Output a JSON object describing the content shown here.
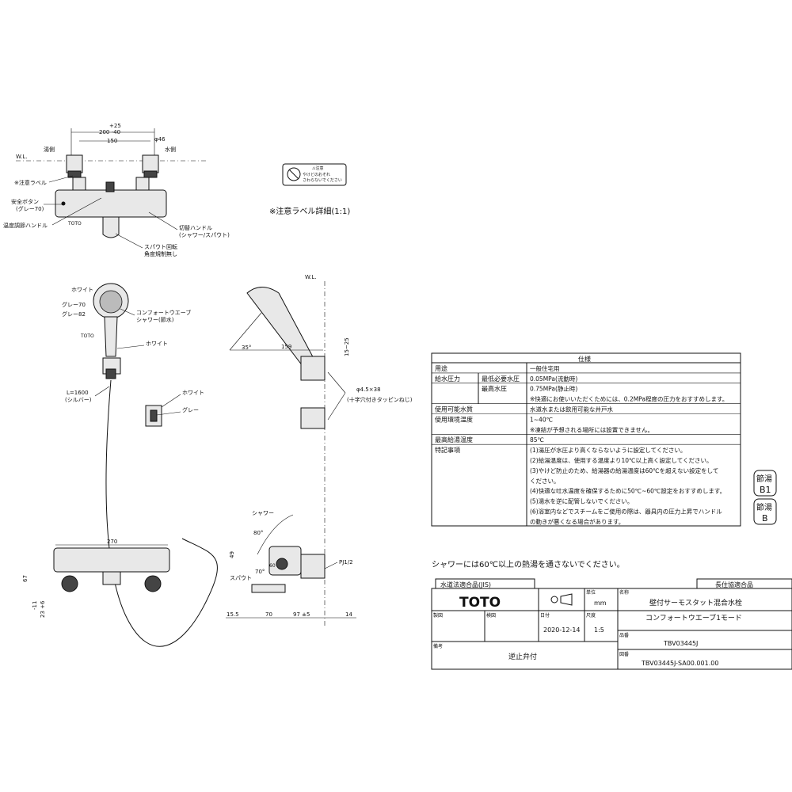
{
  "top": {
    "dims": {
      "d1": "+25",
      "d2": "200 -40",
      "d3": "150",
      "d4": "φ46"
    },
    "wl": "W.L.",
    "labels": {
      "hot": "湯側",
      "cold": "水側",
      "caution_label": "※注意ラベル",
      "safety1": "安全ボタン",
      "safety2": "(グレー70)",
      "toto": "TOTO",
      "temp_handle": "温度調節ハンドル",
      "switch1": "切替ハンドル",
      "switch2": "(シャワー/スパウト)",
      "spout1": "スパウト回転",
      "spout2": "角度規制無し"
    },
    "caution_detail": "※注意ラベル詳細(1:1)",
    "caution_text1": "⚠注意",
    "caution_text2": "やけどのおそれ",
    "caution_text3": "さわらないでください"
  },
  "shower": {
    "white1": "ホワイト",
    "grey70": "グレー70",
    "grey82": "グレー82",
    "head1": "コンフォートウエーブ",
    "head2": "シャワー(節水)",
    "toto": "TOTO",
    "white2": "ホワイト",
    "hose1": "L=1600",
    "hose2": "(シルバー)",
    "white3": "ホワイト",
    "grey": "グレー"
  },
  "side": {
    "wl": "W.L.",
    "angle": "35°",
    "d159": "159",
    "d1525": "15~25",
    "screw1": "φ4.5×38",
    "screw2": "(十字穴付きタッピンねじ)"
  },
  "bottom": {
    "d270": "270",
    "d67": "67",
    "d11": "-11",
    "d23": "23 +6",
    "shower": "シャワー",
    "angle80": "80°",
    "d49": "49",
    "angle70": "70°",
    "d60": "60",
    "spout": "スパウト",
    "pj": "PJ1/2",
    "d155": "15.5",
    "d70": "70",
    "d97": "97 ±5",
    "d14": "14"
  },
  "spec": {
    "title": "仕様",
    "rows": [
      {
        "a": "用途",
        "b": "",
        "c": "一般住宅用"
      },
      {
        "a": "給水圧力",
        "b": "最低必要水圧",
        "c": "0.05MPa(流動時)"
      },
      {
        "a": "",
        "b": "最高水圧",
        "c": "0.75MPa(静止時)"
      },
      {
        "a": "",
        "b": "",
        "c": "※快適にお使いいただくためには、0.2MPa程度の圧力をおすすめします。"
      },
      {
        "a": "使用可能水質",
        "b": "",
        "c": "水道水または飲用可能な井戸水"
      },
      {
        "a": "使用環境温度",
        "b": "",
        "c": "1~40℃"
      },
      {
        "a": "",
        "b": "",
        "c": "※凍結が予想される場所には設置できません。"
      },
      {
        "a": "最高給湯温度",
        "b": "",
        "c": "85℃"
      },
      {
        "a": "特記事項",
        "b": "",
        "c": "(1)湯圧が水圧より高くならないように設定してください。"
      },
      {
        "a": "",
        "b": "",
        "c": "(2)給湯温度は、使用する温度より10℃以上高く設定してください。"
      },
      {
        "a": "",
        "b": "",
        "c": "(3)やけど防止のため、給湯器の給湯温度は60℃を超えない設定をして"
      },
      {
        "a": "",
        "b": "",
        "c": "   ください。"
      },
      {
        "a": "",
        "b": "",
        "c": "(4)快適な吐水温度を確保するために50℃~60℃設定をおすすめします。"
      },
      {
        "a": "",
        "b": "",
        "c": "(5)湯水を逆に配管しないでください。"
      },
      {
        "a": "",
        "b": "",
        "c": "(6)浴室内などでスチームをご使用の際は、器具内の圧力上昇でハンドル"
      },
      {
        "a": "",
        "b": "",
        "c": "   の動きが悪くなる場合があります。"
      }
    ],
    "badge1a": "節湯",
    "badge1b": "B1",
    "badge2a": "節湯",
    "badge2b": "B",
    "warning": "シャワーには60℃以上の熱湯を通さないでください。"
  },
  "titleblock": {
    "jis": "水道法適合品(JIS)",
    "longlife": "長住協適合品",
    "logo": "TOTO",
    "unit_label": "単位",
    "unit": "mm",
    "name_label": "名称",
    "name1": "壁付サーモスタット混合水栓",
    "name2": "コンフォートウエーブ1モード",
    "drawn": "製図",
    "checked": "検図",
    "date_label": "日付",
    "date": "2020-12-14",
    "scale_label": "尺度",
    "scale": "1:5",
    "code_label": "品番",
    "code": "TBV03445J",
    "note_label": "備考",
    "note": "逆止弁付",
    "dwg_label": "図番",
    "dwg": "TBV03445J-SA00.001.00"
  }
}
